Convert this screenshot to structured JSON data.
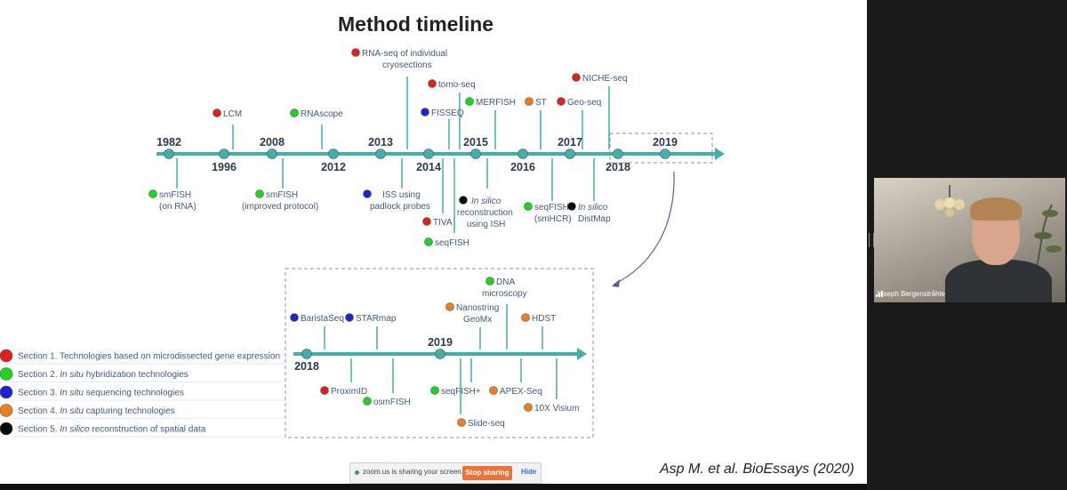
{
  "slide": {
    "title": "Method timeline",
    "citation": "Asp M. et al. BioEssays (2020)"
  },
  "colors": {
    "teal": "#3fb0ac",
    "section1": "#e0201c",
    "section2": "#21d321",
    "section3": "#1d22d8",
    "section4": "#f07d1c",
    "section5": "#0a0a0a"
  },
  "timeline1": {
    "years_above": [
      "1982",
      "2008",
      "2013",
      "2015",
      "2017",
      "2019"
    ],
    "years_below": [
      "1996",
      "2012",
      "2014",
      "2016",
      "2018"
    ],
    "items": [
      {
        "lines": [
          "smFISH",
          "(on RNA)"
        ],
        "section": 2
      },
      {
        "lines": [
          "LCM"
        ],
        "section": 1
      },
      {
        "lines": [
          "smFISH",
          "(improved protocol)"
        ],
        "section": 2
      },
      {
        "lines": [
          "RNAscope"
        ],
        "section": 2
      },
      {
        "lines": [
          "ISS using",
          "padlock probes"
        ],
        "section": 3
      },
      {
        "lines": [
          "RNA-seq of individual",
          "cryosections"
        ],
        "section": 1
      },
      {
        "lines": [
          "tomo-seq"
        ],
        "section": 1
      },
      {
        "lines": [
          "FISSEQ"
        ],
        "section": 3
      },
      {
        "lines": [
          "TIVA"
        ],
        "section": 1
      },
      {
        "lines": [
          "seqFISH"
        ],
        "section": 2
      },
      {
        "lines": [
          "In silico",
          "reconstruction",
          "using ISH"
        ],
        "section": 5
      },
      {
        "lines": [
          "MERFISH"
        ],
        "section": 2
      },
      {
        "lines": [
          "ST"
        ],
        "section": 4
      },
      {
        "lines": [
          "seqFISH",
          "(smHCR)"
        ],
        "section": 2
      },
      {
        "lines": [
          "In silico",
          "DistMap"
        ],
        "section": 5
      },
      {
        "lines": [
          "Geo-seq"
        ],
        "section": 1
      },
      {
        "lines": [
          "NICHE-seq"
        ],
        "section": 1
      }
    ]
  },
  "timeline2": {
    "years_below": [
      "2018"
    ],
    "years_above": [
      "2019"
    ],
    "items": [
      {
        "lines": [
          "BaristaSeq"
        ],
        "section": 3
      },
      {
        "lines": [
          "STARmap"
        ],
        "section": 3
      },
      {
        "lines": [
          "ProximID"
        ],
        "section": 1
      },
      {
        "lines": [
          "osmFISH"
        ],
        "section": 2
      },
      {
        "lines": [
          "Nanostring",
          "GeoMx"
        ],
        "section": 4
      },
      {
        "lines": [
          "DNA",
          "microscopy"
        ],
        "section": 2
      },
      {
        "lines": [
          "seqFISH+"
        ],
        "section": 2
      },
      {
        "lines": [
          "Slide-seq"
        ],
        "section": 4
      },
      {
        "lines": [
          "APEX-Seq"
        ],
        "section": 4
      },
      {
        "lines": [
          "HDST"
        ],
        "section": 4
      },
      {
        "lines": [
          "10X Visium"
        ],
        "section": 4
      }
    ]
  },
  "legend": [
    {
      "prefix": "Section 1. ",
      "italic": "",
      "suffix": "Technologies based on microdissected gene expression",
      "section": 1
    },
    {
      "prefix": "Section 2. ",
      "italic": "In situ",
      "suffix": " hybridization technologies",
      "section": 2
    },
    {
      "prefix": "Section 3. ",
      "italic": "In situ",
      "suffix": " sequencing technologies",
      "section": 3
    },
    {
      "prefix": "Section 4. ",
      "italic": "In situ",
      "suffix": " capturing technologies",
      "section": 4
    },
    {
      "prefix": "Section 5. ",
      "italic": "In silico",
      "suffix": " reconstruction of spatial data",
      "section": 5
    }
  ],
  "share_bar": {
    "text": "zoom.us is sharing your screen.",
    "stop_label": "Stop sharing",
    "hide_label": "Hide"
  },
  "participant": {
    "name": "Joseph Bergenstråhle"
  }
}
